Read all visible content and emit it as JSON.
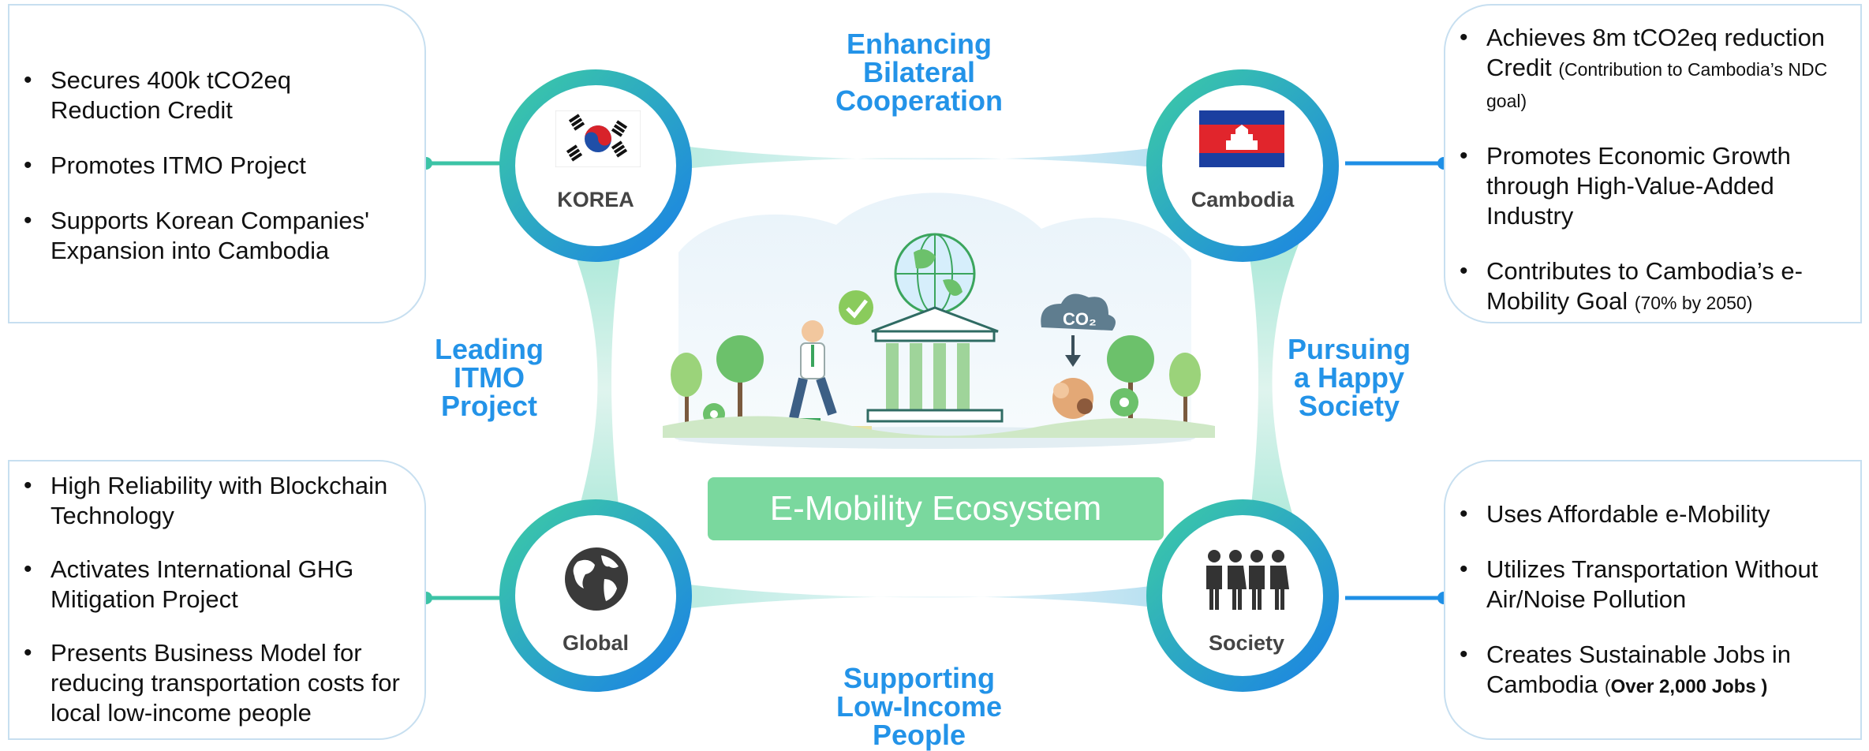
{
  "headings": {
    "top": [
      "Enhancing",
      "Bilateral",
      "Cooperation"
    ],
    "left": [
      "Leading",
      "ITMO",
      "Project"
    ],
    "right": [
      "Pursuing",
      "a Happy",
      "Society"
    ],
    "bottom": [
      "Supporting",
      "Low-Income",
      "People"
    ]
  },
  "nodes": {
    "korea": "KOREA",
    "cambodia": "Cambodia",
    "global": "Global",
    "society": "Society"
  },
  "center_label": "E-Mobility Ecosystem",
  "co2_label": "CO2",
  "panels": {
    "top_left": [
      "Secures 400k tCO2eq Reduction Credit",
      "Promotes ITMO Project",
      "Supports Korean Companies' Expansion into Cambodia"
    ],
    "top_right": [
      {
        "main": "Achieves 8m tCO2eq reduction Credit ",
        "note": "(Contribution to Cambodia’s NDC goal)"
      },
      {
        "main": "Promotes Economic Growth through High-Value-Added Industry"
      },
      {
        "main": "Contributes to Cambodia’s e-Mobility Goal ",
        "note": "(70% by 2050)"
      }
    ],
    "bottom_left": [
      "High Reliability with Blockchain Technology",
      "Activates International GHG Mitigation Project",
      "Presents Business Model for reducing transportation costs for local low-income people"
    ],
    "bottom_right": [
      {
        "main": "Uses Affordable e-Mobility"
      },
      {
        "main": "Utilizes Transportation Without Air/Noise Pollution"
      },
      {
        "main": "Creates Sustainable Jobs in Cambodia ",
        "note_open": "(",
        "note_bold": "Over 2,000 Jobs",
        "note_close": " )"
      }
    ]
  },
  "colors": {
    "heading_blue": "#2393e8",
    "teal": "#3cc3a6",
    "blue": "#1e8fe6",
    "eco_green": "#7ad89e",
    "panel_border": "#c7dff0"
  },
  "icons": [
    "korea-flag-icon",
    "cambodia-flag-icon",
    "globe-icon",
    "people-icon",
    "check-icon",
    "co2-cloud-icon",
    "bank-icon",
    "tree-icon",
    "gear-icon",
    "handshake-icon",
    "person-icon"
  ]
}
